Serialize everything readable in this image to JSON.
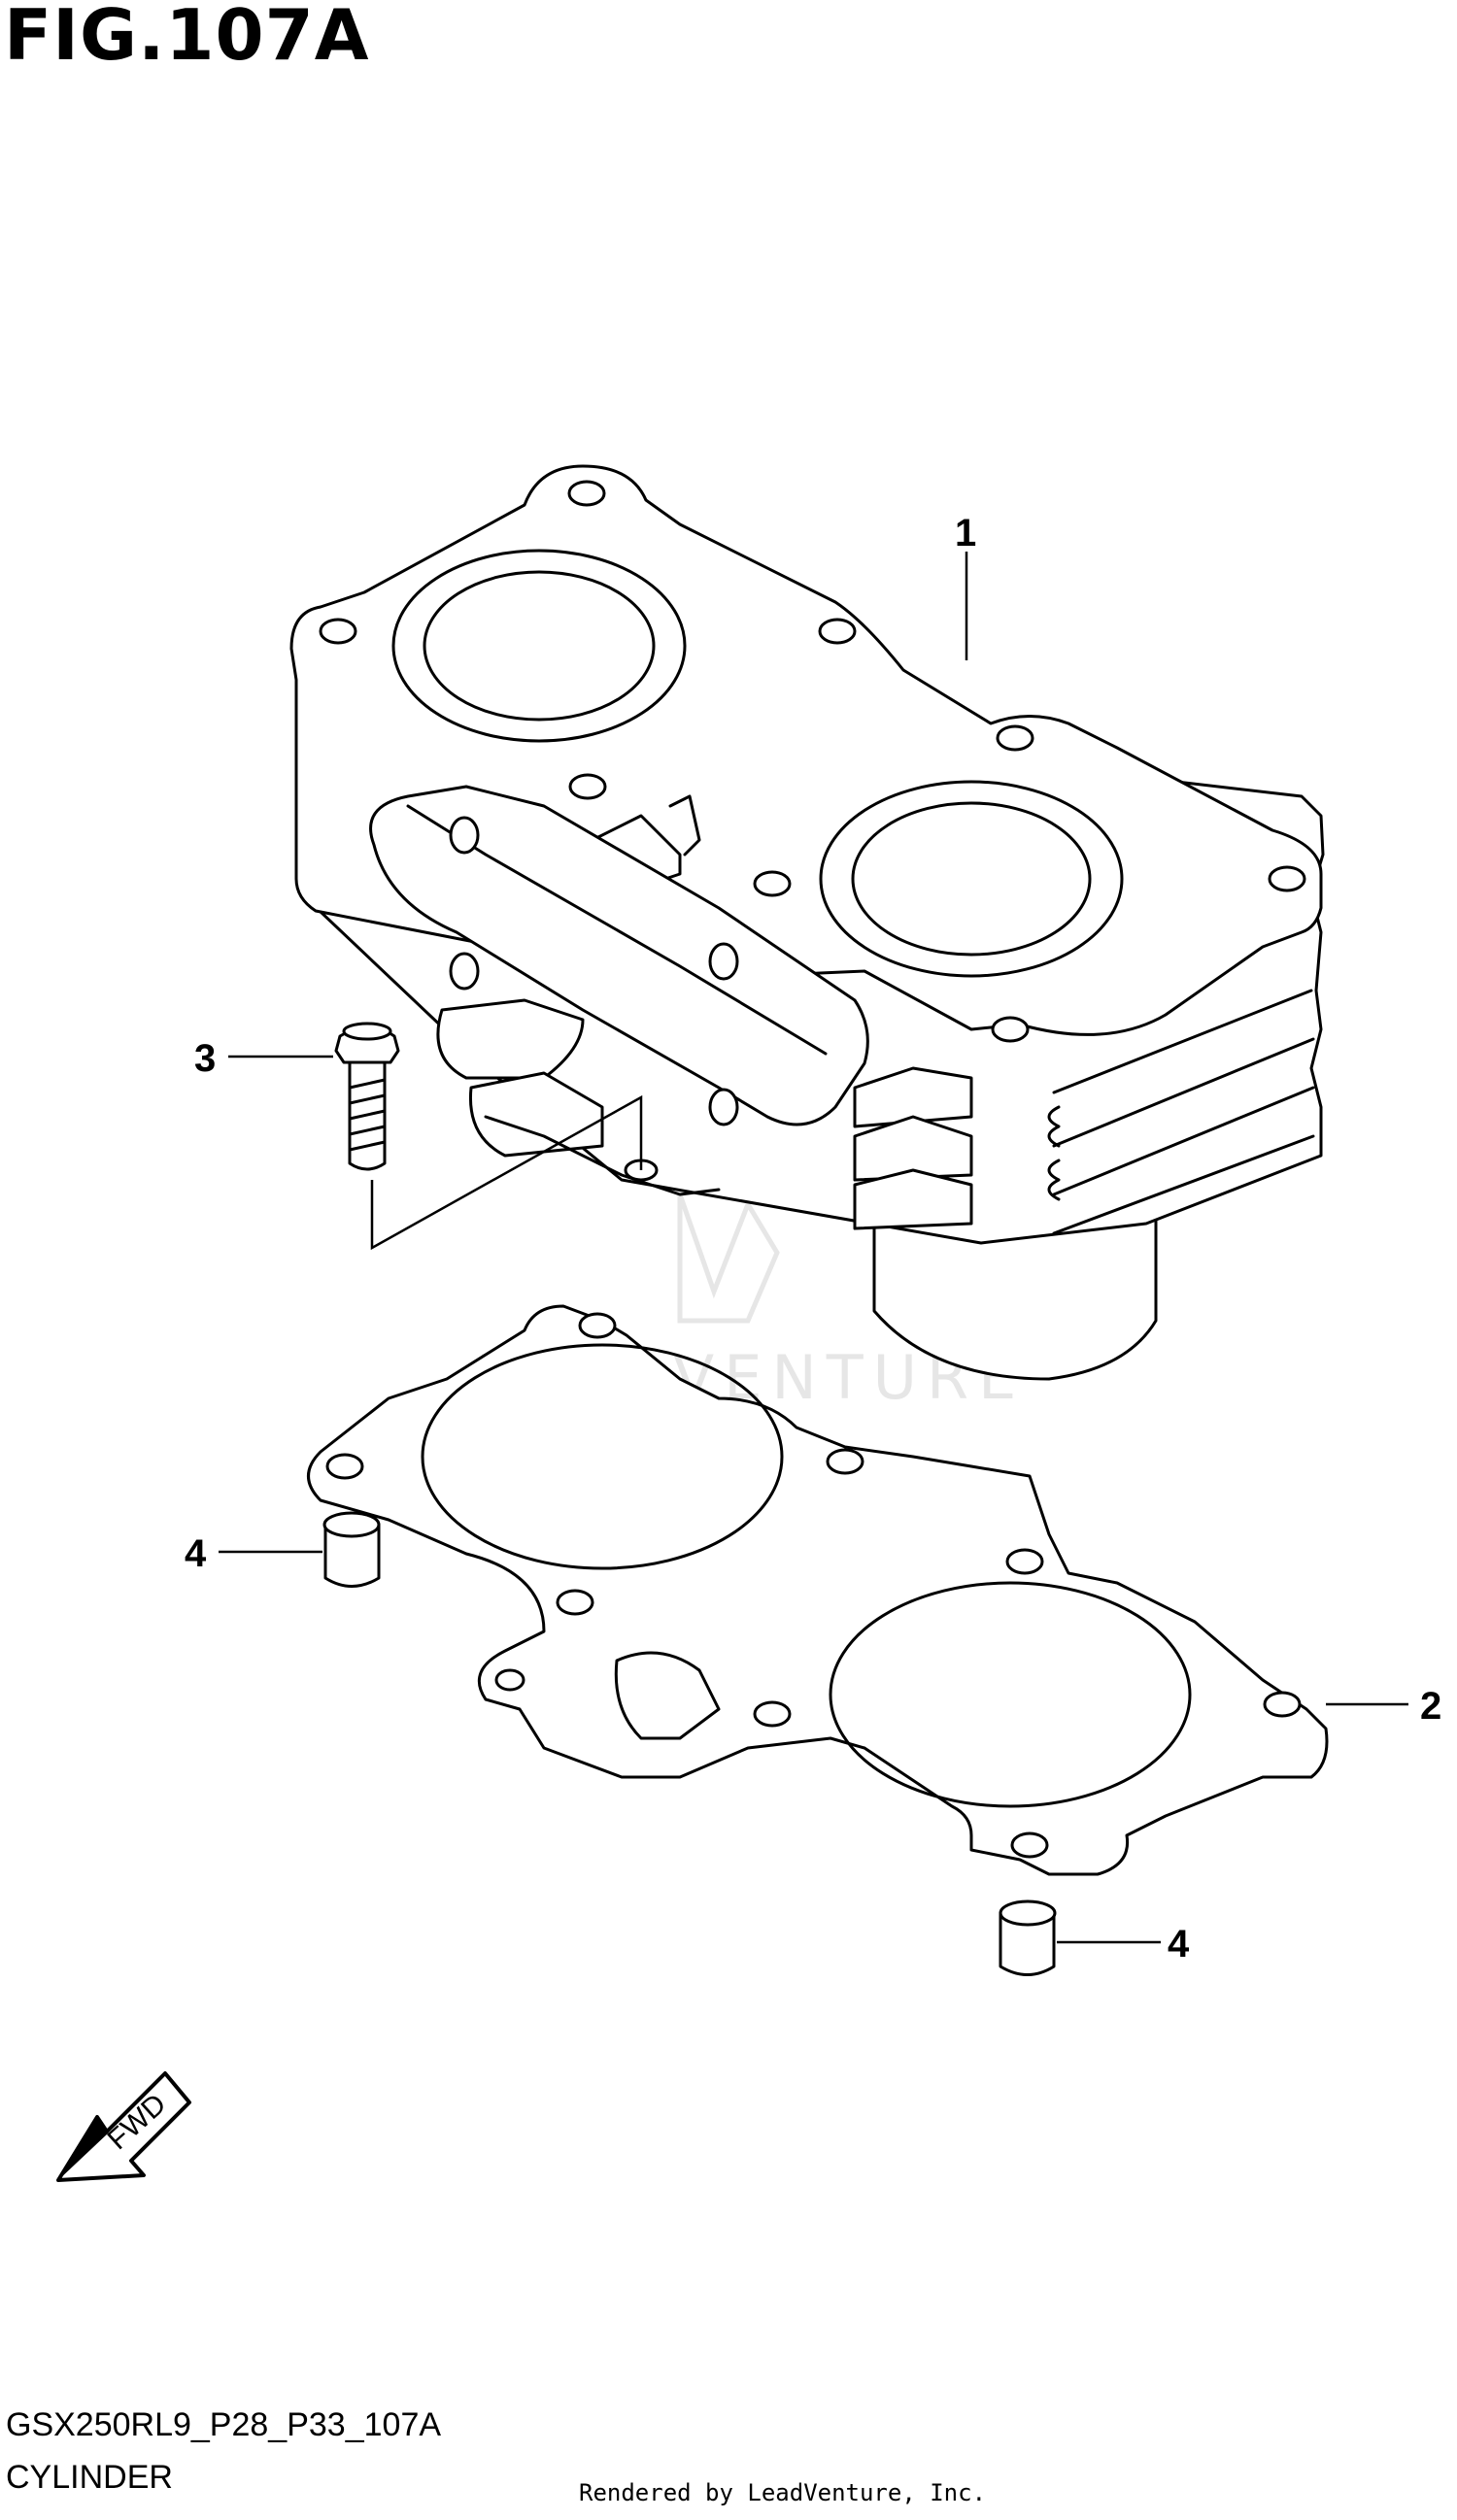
{
  "figure": {
    "title": "FIG.107A",
    "diagram_code": "GSX250RL9_P28_P33_107A",
    "section_name": "CYLINDER",
    "rendered_by": "Rendered by LeadVenture, Inc.",
    "watermark": "LEADVENTURE",
    "direction_label": "FWD"
  },
  "callouts": [
    {
      "id": "1",
      "part": "cylinder"
    },
    {
      "id": "2",
      "part": "cylinder-base-gasket"
    },
    {
      "id": "3",
      "part": "cylinder-bolt"
    },
    {
      "id": "4",
      "part": "dowel-pin"
    },
    {
      "id": "4",
      "part": "dowel-pin"
    }
  ]
}
